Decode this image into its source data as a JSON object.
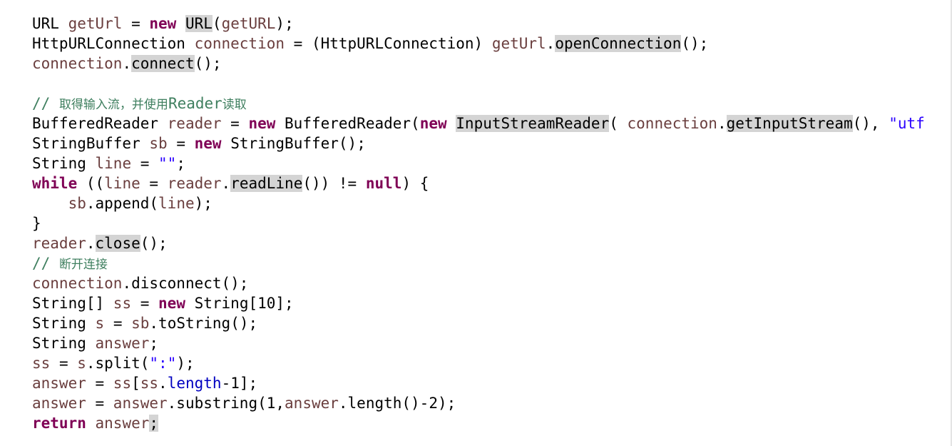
{
  "editor": {
    "language": "java",
    "current_line_index": 21,
    "colors": {
      "keyword": "#7f0055",
      "local_variable": "#6a3e3e",
      "field": "#0000c0",
      "string": "#2a00ff",
      "comment": "#3f7f5f",
      "occurrence_highlight": "#d4d4d4",
      "current_line": "#e8f2fe"
    },
    "lines": [
      {
        "tokens": [
          {
            "t": "URL ",
            "c": "plain"
          },
          {
            "t": "getUrl",
            "c": "var"
          },
          {
            "t": " = ",
            "c": "plain"
          },
          {
            "t": "new",
            "c": "kw"
          },
          {
            "t": " ",
            "c": "plain"
          },
          {
            "t": "URL",
            "c": "plain",
            "hl": true
          },
          {
            "t": "(",
            "c": "plain"
          },
          {
            "t": "getURL",
            "c": "var"
          },
          {
            "t": ");",
            "c": "plain"
          }
        ]
      },
      {
        "tokens": [
          {
            "t": "HttpURLConnection ",
            "c": "plain"
          },
          {
            "t": "connection",
            "c": "var"
          },
          {
            "t": " = (HttpURLConnection) ",
            "c": "plain"
          },
          {
            "t": "getUrl",
            "c": "var"
          },
          {
            "t": ".",
            "c": "plain"
          },
          {
            "t": "openConnection",
            "c": "plain",
            "hl": true
          },
          {
            "t": "();",
            "c": "plain"
          }
        ]
      },
      {
        "tokens": [
          {
            "t": "connection",
            "c": "var"
          },
          {
            "t": ".",
            "c": "plain"
          },
          {
            "t": "connect",
            "c": "plain",
            "hl": true
          },
          {
            "t": "();",
            "c": "plain"
          }
        ]
      },
      {
        "tokens": []
      },
      {
        "tokens": [
          {
            "t": "// ",
            "c": "cmt"
          },
          {
            "t": "取得输入流，并使用",
            "c": "cmt-cjk"
          },
          {
            "t": "Reader",
            "c": "cmt"
          },
          {
            "t": "读取",
            "c": "cmt-cjk"
          }
        ]
      },
      {
        "tokens": [
          {
            "t": "BufferedReader ",
            "c": "plain"
          },
          {
            "t": "reader",
            "c": "var"
          },
          {
            "t": " = ",
            "c": "plain"
          },
          {
            "t": "new",
            "c": "kw"
          },
          {
            "t": " BufferedReader(",
            "c": "plain"
          },
          {
            "t": "new",
            "c": "kw"
          },
          {
            "t": " ",
            "c": "plain"
          },
          {
            "t": "InputStreamReader",
            "c": "plain",
            "hl": true
          },
          {
            "t": "( ",
            "c": "plain"
          },
          {
            "t": "connection",
            "c": "var"
          },
          {
            "t": ".",
            "c": "plain"
          },
          {
            "t": "getInputStream",
            "c": "plain",
            "hl": true
          },
          {
            "t": "(), ",
            "c": "plain"
          },
          {
            "t": "\"utf",
            "c": "str"
          }
        ]
      },
      {
        "tokens": [
          {
            "t": "StringBuffer ",
            "c": "plain"
          },
          {
            "t": "sb",
            "c": "var"
          },
          {
            "t": " = ",
            "c": "plain"
          },
          {
            "t": "new",
            "c": "kw"
          },
          {
            "t": " StringBuffer();",
            "c": "plain"
          }
        ]
      },
      {
        "tokens": [
          {
            "t": "String ",
            "c": "plain"
          },
          {
            "t": "line",
            "c": "var"
          },
          {
            "t": " = ",
            "c": "plain"
          },
          {
            "t": "\"\"",
            "c": "str"
          },
          {
            "t": ";",
            "c": "plain"
          }
        ]
      },
      {
        "tokens": [
          {
            "t": "while",
            "c": "kw"
          },
          {
            "t": " ((",
            "c": "plain"
          },
          {
            "t": "line",
            "c": "var"
          },
          {
            "t": " = ",
            "c": "plain"
          },
          {
            "t": "reader",
            "c": "var"
          },
          {
            "t": ".",
            "c": "plain"
          },
          {
            "t": "readLine",
            "c": "plain",
            "hl": true
          },
          {
            "t": "()) != ",
            "c": "plain"
          },
          {
            "t": "null",
            "c": "kw"
          },
          {
            "t": ") {",
            "c": "plain"
          }
        ]
      },
      {
        "tokens": [
          {
            "t": "    ",
            "c": "plain"
          },
          {
            "t": "sb",
            "c": "var"
          },
          {
            "t": ".append(",
            "c": "plain"
          },
          {
            "t": "line",
            "c": "var"
          },
          {
            "t": ");",
            "c": "plain"
          }
        ]
      },
      {
        "tokens": [
          {
            "t": "}",
            "c": "plain"
          }
        ]
      },
      {
        "tokens": [
          {
            "t": "reader",
            "c": "var"
          },
          {
            "t": ".",
            "c": "plain"
          },
          {
            "t": "close",
            "c": "plain",
            "hl": true
          },
          {
            "t": "();",
            "c": "plain"
          }
        ]
      },
      {
        "tokens": [
          {
            "t": "// ",
            "c": "cmt"
          },
          {
            "t": "断开连接",
            "c": "cmt-cjk"
          }
        ]
      },
      {
        "tokens": [
          {
            "t": "connection",
            "c": "var"
          },
          {
            "t": ".disconnect();",
            "c": "plain"
          }
        ]
      },
      {
        "tokens": [
          {
            "t": "String[] ",
            "c": "plain"
          },
          {
            "t": "ss",
            "c": "var"
          },
          {
            "t": " = ",
            "c": "plain"
          },
          {
            "t": "new",
            "c": "kw"
          },
          {
            "t": " String[10];",
            "c": "plain"
          }
        ]
      },
      {
        "tokens": [
          {
            "t": "String ",
            "c": "plain"
          },
          {
            "t": "s",
            "c": "var"
          },
          {
            "t": " = ",
            "c": "plain"
          },
          {
            "t": "sb",
            "c": "var"
          },
          {
            "t": ".toString();",
            "c": "plain"
          }
        ]
      },
      {
        "tokens": [
          {
            "t": "String ",
            "c": "plain"
          },
          {
            "t": "answer",
            "c": "var"
          },
          {
            "t": ";",
            "c": "plain"
          }
        ]
      },
      {
        "tokens": [
          {
            "t": "ss",
            "c": "var"
          },
          {
            "t": " = ",
            "c": "plain"
          },
          {
            "t": "s",
            "c": "var"
          },
          {
            "t": ".split(",
            "c": "plain"
          },
          {
            "t": "\":\"",
            "c": "str"
          },
          {
            "t": ");",
            "c": "plain"
          }
        ]
      },
      {
        "tokens": [
          {
            "t": "answer",
            "c": "var"
          },
          {
            "t": " = ",
            "c": "plain"
          },
          {
            "t": "ss",
            "c": "var"
          },
          {
            "t": "[",
            "c": "plain"
          },
          {
            "t": "ss",
            "c": "var"
          },
          {
            "t": ".",
            "c": "plain"
          },
          {
            "t": "length",
            "c": "field"
          },
          {
            "t": "-1];",
            "c": "plain"
          }
        ]
      },
      {
        "tokens": [
          {
            "t": "answer",
            "c": "var"
          },
          {
            "t": " = ",
            "c": "plain"
          },
          {
            "t": "answer",
            "c": "var"
          },
          {
            "t": ".substring(1,",
            "c": "plain"
          },
          {
            "t": "answer",
            "c": "var"
          },
          {
            "t": ".length()-2);",
            "c": "plain"
          }
        ]
      },
      {
        "tokens": [
          {
            "t": "return",
            "c": "kw"
          },
          {
            "t": " ",
            "c": "plain"
          },
          {
            "t": "answer",
            "c": "var"
          },
          {
            "t": ";",
            "c": "plain",
            "hl": true
          }
        ]
      }
    ]
  }
}
